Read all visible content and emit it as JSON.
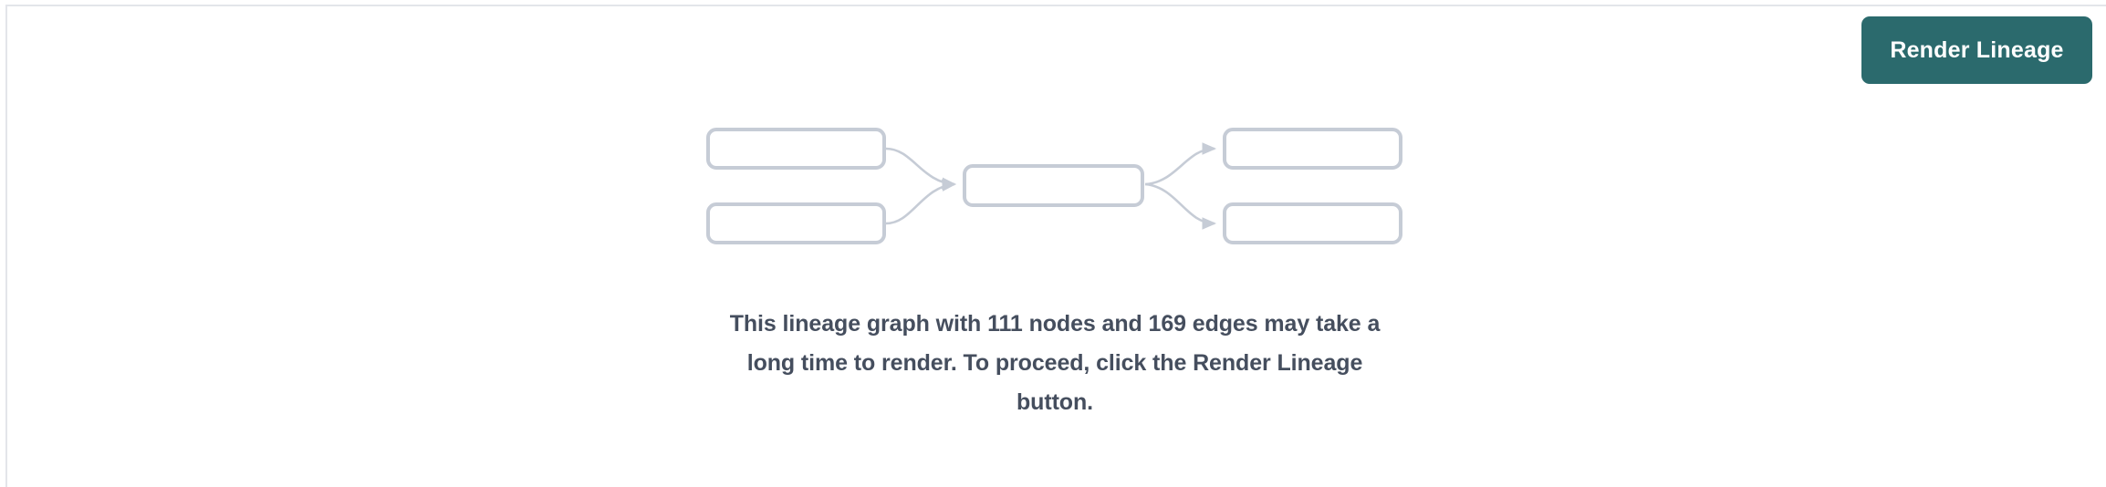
{
  "panel": {
    "background_color": "#ffffff",
    "border_color": "#e3e5ea"
  },
  "toolbar": {
    "render_button_label": "Render Lineage",
    "render_button_color": "#2b6a6d",
    "render_button_text_color": "#ffffff"
  },
  "graph_placeholder": {
    "node_border_color": "#c6ccd6",
    "edge_color": "#c6ccd6",
    "nodes": [
      {
        "id": "source-1",
        "label": ""
      },
      {
        "id": "source-2",
        "label": ""
      },
      {
        "id": "center",
        "label": ""
      },
      {
        "id": "target-1",
        "label": ""
      },
      {
        "id": "target-2",
        "label": ""
      }
    ],
    "edges": [
      {
        "from": "source-1",
        "to": "center"
      },
      {
        "from": "source-2",
        "to": "center"
      },
      {
        "from": "center",
        "to": "target-1"
      },
      {
        "from": "center",
        "to": "target-2"
      }
    ]
  },
  "message": {
    "text": "This lineage graph with 111 nodes and 169 edges may take a long time to render. To proceed, click the Render Lineage button.",
    "node_count": 111,
    "edge_count": 169,
    "text_color": "#454e5e"
  }
}
